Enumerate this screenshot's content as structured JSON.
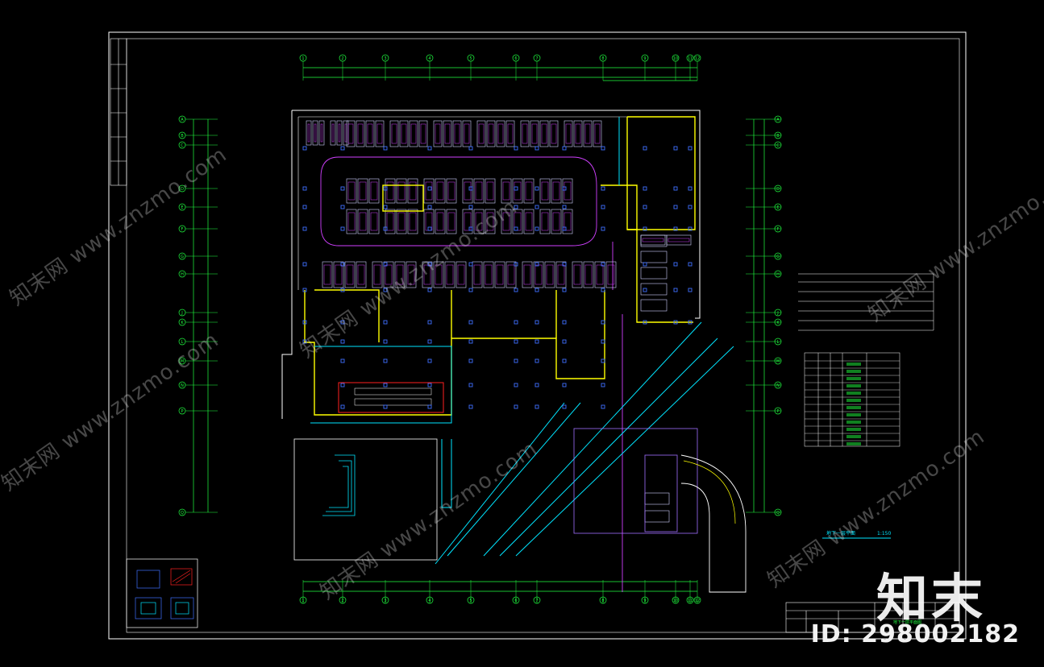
{
  "drawing": {
    "plan_title": "地下一层平面",
    "plan_scale": "1:150",
    "title_block_name": "地下一层平面图",
    "grid_labels_top": [
      "1",
      "2",
      "3",
      "4",
      "5",
      "6",
      "7",
      "8",
      "9",
      "10",
      "11",
      "12"
    ],
    "grid_labels_side": [
      "A",
      "B",
      "C",
      "D",
      "E",
      "F",
      "G",
      "H",
      "J",
      "K",
      "L",
      "M",
      "N",
      "P",
      "Q"
    ]
  },
  "watermark": {
    "text": "知末网 www.znzmo.com",
    "brand": "知末",
    "id_text": "ID: 298002182"
  },
  "colors": {
    "background": "#000000",
    "frame": "#ffffff",
    "dimension": "#20ff40",
    "wall": "#ffff00",
    "parking": "#d0d0ff",
    "ramp": "#00e5ff",
    "magenta": "#d040ff",
    "red": "#ff2020",
    "column": "#4070ff"
  }
}
